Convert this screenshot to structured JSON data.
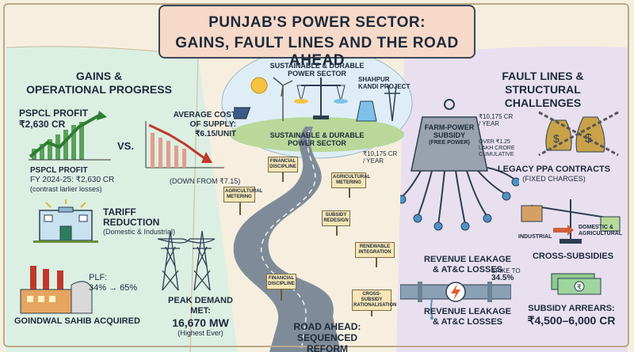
{
  "title": {
    "line1": "PUNJAB'S POWER SECTOR:",
    "line2": "GAINS, FAULT LINES AND THE ROAD AHEAD"
  },
  "left": {
    "header_line1": "GAINS &",
    "header_line2": "OPERATIONAL PROGRESS",
    "profit_chart_label_1": "PSPCL PROFIT",
    "profit_chart_label_2": "₹2,630 CR",
    "vs": "VS.",
    "cost_label_1": "AVERAGE COST",
    "cost_label_2": "OF SUPPLY:",
    "cost_label_3": "₹6.15/UNIT",
    "profit_caption_1": "PSPCL PROFIT",
    "profit_caption_2": "FY 2024-25: ₹2,630 CR",
    "profit_caption_3": "(contrast larlier losses)",
    "cost_caption": "(DOWN FROM ₹7.15)",
    "tariff_1": "TARIFF",
    "tariff_2": "REDUCTION",
    "tariff_3": "(Domestic & Industrial)",
    "plf_1": "PLF:",
    "plf_2": "34% → 65%",
    "goindwal": "GOINDWAL SAHIB ACQUIRED",
    "peak_1": "PEAK DEMAND MET:",
    "peak_2": "16,670 MW",
    "peak_3": "(Highest Ever)"
  },
  "center": {
    "sustainable_top_1": "SUSTAINABLE & DURABLE",
    "sustainable_top_2": "POWER SECTOR",
    "shahpur_1": "SHAHPUR",
    "shahpur_2": "KANDI PROJECT",
    "sustainable_bottom_1": "SUSTAINABLE & DURABLE",
    "sustainable_bottom_2": "POWER SECTOR",
    "signs": {
      "s1": "FINANCIAL DISCIPLINE",
      "s2": "AGRICULTURAL METERING",
      "s3": "AGRICULTURAL METERING",
      "s4": "SUBSIDY REDESIGN",
      "s5": "RENEWABLE INTEGRATION",
      "s6": "FINANCIAL DISCIPLINE",
      "s7": "CROSS-SUBSIDY RATIONALISATION"
    },
    "road_1": "ROAD AHEAD:",
    "road_2": "SEQUENCED REFORM"
  },
  "right": {
    "header_line1": "FAULT LINES &",
    "header_line2": "STRUCTURAL CHALLENGES",
    "subsidy_1": "FARM-POWER",
    "subsidy_2": "SUBSIDY",
    "subsidy_3": "(FREE POWER)",
    "amt_top_1": "₹10,175 CR",
    "amt_top_2": "/ YEAR",
    "amt_left_1": "₹10,175 CR",
    "amt_left_2": "/ YEAR",
    "cumulative_1": "OVER ₹1.25",
    "cumulative_2": "LAKH CRORE",
    "cumulative_3": "CUMULATIVE",
    "ppa_1": "LEGACY PPA CONTRACTS",
    "ppa_2": "(FIXED CHARGES)",
    "industrial": "INDUSTRIAL",
    "domestic_1": "DOMESTIC &",
    "domestic_2": "AGRICULTURAL",
    "cross": "CROSS-SUBSIDIES",
    "leak_top_1": "REVENUE LEAKAGE",
    "leak_top_2": "& AT&C LOSSES",
    "spike_1": "SPIKE TO",
    "spike_2": "34.5%",
    "leak_bottom_1": "REVENUE LEAKAGE",
    "leak_bottom_2": "& AT&C LOSSES",
    "arrears_1": "SUBSIDY ARREARS:",
    "arrears_2": "₹4,500–6,000 CR"
  }
}
